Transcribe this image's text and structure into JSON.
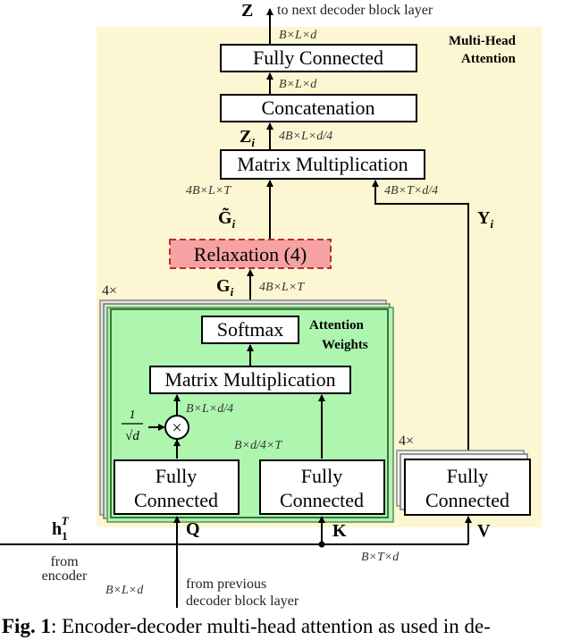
{
  "header": {
    "output_symbol": "Z",
    "output_note": "to next decoder block layer"
  },
  "multihead": {
    "label_line1": "Multi-Head",
    "label_line2": "Attention",
    "fc_top": "Fully Connected",
    "concat": "Concatenation",
    "matmul_top": "Matrix Multiplication",
    "relaxation": "Relaxation  (4)",
    "repeat_left": "4×",
    "repeat_right": "4×"
  },
  "attention_weights": {
    "label_line1": "Attention",
    "label_line2": "Weights",
    "softmax": "Softmax",
    "matmul": "Matrix Multiplication",
    "fc_q_line1": "Fully",
    "fc_q_line2": "Connected",
    "fc_k_line1": "Fully",
    "fc_k_line2": "Connected",
    "scale_num": "1",
    "scale_den": "√d",
    "times": "×"
  },
  "value_path": {
    "fc_v_line1": "Fully",
    "fc_v_line2": "Connected"
  },
  "dims": {
    "z": "B×L×d",
    "fc_out": "B×L×d",
    "zi": "4B×L×d/4",
    "matmul_left": "4B×L×T",
    "matmul_right": "4B×T×d/4",
    "gi": "4B×L×T",
    "q_scaled": "B×L×d/4",
    "k_t": "B×d/4×T",
    "bottom_right": "B×T×d",
    "bottom_left": "B×L×d"
  },
  "symbols": {
    "zi": "Z",
    "zi_sub": "i",
    "gi_tilde": "G̃",
    "gi_tilde_sub": "i",
    "gi": "G",
    "gi_sub": "i",
    "yi": "Y",
    "yi_sub": "i",
    "q": "Q",
    "k": "K",
    "v": "V",
    "h": "h",
    "h_sub": "1",
    "h_sup": "T"
  },
  "inputs": {
    "from_encoder_line1": "from",
    "from_encoder_line2": "encoder",
    "from_prev_line1": "from previous",
    "from_prev_line2": "decoder block layer"
  },
  "caption": {
    "label": "Fig. 1",
    "text": ":  Encoder-decoder multi-head attention as used in de-"
  },
  "colors": {
    "multihead_bg": "#fdf6d2",
    "attention_bg": "#aef5b0",
    "attention_border": "#2f7f2f",
    "relax_fill": "#f6a2a2",
    "relax_border": "#b23030"
  }
}
